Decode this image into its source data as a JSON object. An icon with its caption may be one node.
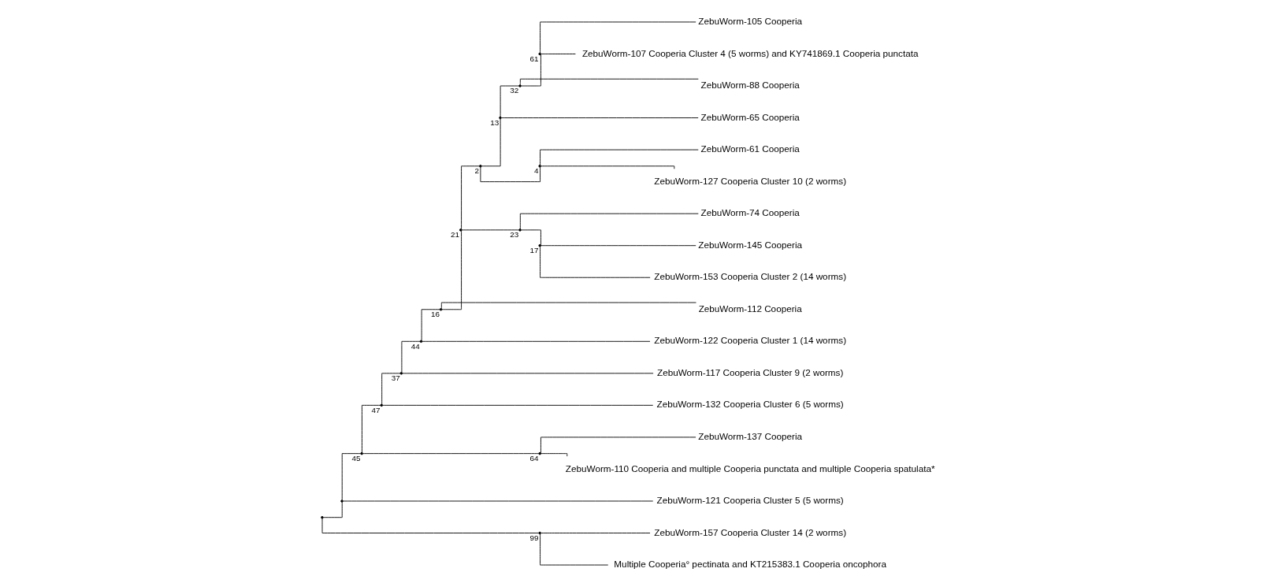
{
  "diagram": {
    "nodes": [
      {
        "text": [
          "ZebuWorm-105 Cooperia"
        ]
      },
      {
        "text": [
          "ZebuWorm-107 Cooperia Cluster 4 (5 worms) and KY741869.1 Cooperia punctata"
        ]
      },
      {
        "text": [
          "ZebuWorm-88 Cooperia"
        ]
      },
      {
        "text": [
          "ZebuWorm-65 Cooperia"
        ]
      },
      {
        "text": [
          "ZebuWorm-61 Cooperia"
        ]
      },
      {
        "text": [
          "ZebuWorm-127 Cooperia Cluster 10 (2 worms)"
        ]
      },
      {
        "text": [
          "ZebuWorm-74 Cooperia"
        ]
      },
      {
        "text": [
          "ZebuWorm-145 Cooperia"
        ]
      },
      {
        "text": [
          "ZebuWorm-153 Cooperia Cluster 2 (14 worms)"
        ]
      },
      {
        "text": [
          "ZebuWorm-112 Cooperia"
        ]
      },
      {
        "text": [
          "ZebuWorm-122 Cooperia Cluster 1 (14 worms)"
        ]
      },
      {
        "text": [
          "ZebuWorm-117 Cooperia Cluster 9 (2 worms)"
        ]
      },
      {
        "text": [
          "ZebuWorm-132 Cooperia Cluster 6 (5 worms)"
        ]
      },
      {
        "text": [
          "ZebuWorm-137 Cooperia"
        ]
      },
      {
        "text": [
          "ZebuWorm-110 Cooperia and multiple Cooperia punctata and multiple Cooperia spatulata*"
        ]
      },
      {
        "text": [
          "ZebuWorm-121 Cooperia Cluster 5 (5 worms)"
        ]
      },
      {
        "text": [
          "ZebuWorm-157 Cooperia Cluster 14 (2 worms)"
        ]
      },
      {
        "text": [
          "Multiple Cooperia° pectinata and KT215383.1 Cooperia oncophora"
        ]
      },
      {
        "text": [],
        "shape": "point"
      },
      {
        "text": [],
        "shape": "point"
      },
      {
        "text": [],
        "shape": "point",
        "beside": [
          "45"
        ]
      },
      {
        "text": [],
        "shape": "point",
        "beside": [
          "47"
        ]
      },
      {
        "text": [],
        "shape": "point",
        "beside": [
          "37"
        ]
      },
      {
        "text": [],
        "shape": "point",
        "beside": [
          "44"
        ]
      },
      {
        "text": [],
        "shape": "point",
        "beside": [
          "16"
        ]
      },
      {
        "text": [],
        "shape": "point",
        "beside": [
          "21"
        ]
      },
      {
        "text": [],
        "shape": "point",
        "beside": [
          "2"
        ]
      },
      {
        "text": [],
        "shape": "point",
        "beside": [
          "13"
        ]
      },
      {
        "text": [],
        "shape": "point",
        "beside": [
          "32"
        ]
      },
      {
        "text": [],
        "shape": "point",
        "beside": [
          "61"
        ]
      },
      {
        "text": [],
        "shape": "point",
        "beside": [
          "4"
        ]
      },
      {
        "text": [],
        "shape": "point",
        "beside": [
          "23"
        ]
      },
      {
        "text": [],
        "shape": "point",
        "beside": [
          "17"
        ]
      },
      {
        "text": [],
        "shape": "point",
        "beside": [
          "64"
        ]
      },
      {
        "text": [],
        "shape": "point",
        "beside": [
          "99"
        ]
      }
    ],
    "edges": [
      {
        "from": 18,
        "to": 19,
        "arrow": "none"
      },
      {
        "from": 19,
        "to": 20,
        "arrow": "none"
      },
      {
        "from": 20,
        "to": 21,
        "arrow": "none"
      },
      {
        "from": 21,
        "to": 22,
        "arrow": "none"
      },
      {
        "from": 22,
        "to": 23,
        "arrow": "none"
      },
      {
        "from": 23,
        "to": 24,
        "arrow": "none"
      },
      {
        "from": 24,
        "to": 25,
        "arrow": "none"
      },
      {
        "from": 25,
        "to": 26,
        "arrow": "none"
      },
      {
        "from": 26,
        "to": 27,
        "arrow": "none"
      },
      {
        "from": 27,
        "to": 28,
        "arrow": "none"
      },
      {
        "from": 28,
        "to": 29,
        "arrow": "none"
      },
      {
        "from": 29,
        "to": 0,
        "arrow": "none"
      },
      {
        "from": 29,
        "to": 1,
        "arrow": "none"
      },
      {
        "from": 28,
        "to": 2,
        "arrow": "none"
      },
      {
        "from": 27,
        "to": 3,
        "arrow": "none"
      },
      {
        "from": 26,
        "to": 30,
        "arrow": "none"
      },
      {
        "from": 30,
        "to": 4,
        "arrow": "none"
      },
      {
        "from": 30,
        "to": 5,
        "arrow": "none"
      },
      {
        "from": 25,
        "to": 31,
        "arrow": "none"
      },
      {
        "from": 31,
        "to": 6,
        "arrow": "none"
      },
      {
        "from": 31,
        "to": 32,
        "arrow": "none"
      },
      {
        "from": 32,
        "to": 7,
        "arrow": "none"
      },
      {
        "from": 32,
        "to": 8,
        "arrow": "none"
      },
      {
        "from": 24,
        "to": 9,
        "arrow": "none"
      },
      {
        "from": 23,
        "to": 10,
        "arrow": "none"
      },
      {
        "from": 22,
        "to": 11,
        "arrow": "none"
      },
      {
        "from": 21,
        "to": 12,
        "arrow": "none"
      },
      {
        "from": 20,
        "to": 33,
        "arrow": "none"
      },
      {
        "from": 33,
        "to": 13,
        "arrow": "none"
      },
      {
        "from": 33,
        "to": 14,
        "arrow": "none"
      },
      {
        "from": 19,
        "to": 15,
        "arrow": "none"
      },
      {
        "from": 18,
        "to": 34,
        "arrow": "none"
      },
      {
        "from": 34,
        "to": 16,
        "arrow": "none"
      },
      {
        "from": 34,
        "to": 17,
        "arrow": "none"
      }
    ]
  }
}
